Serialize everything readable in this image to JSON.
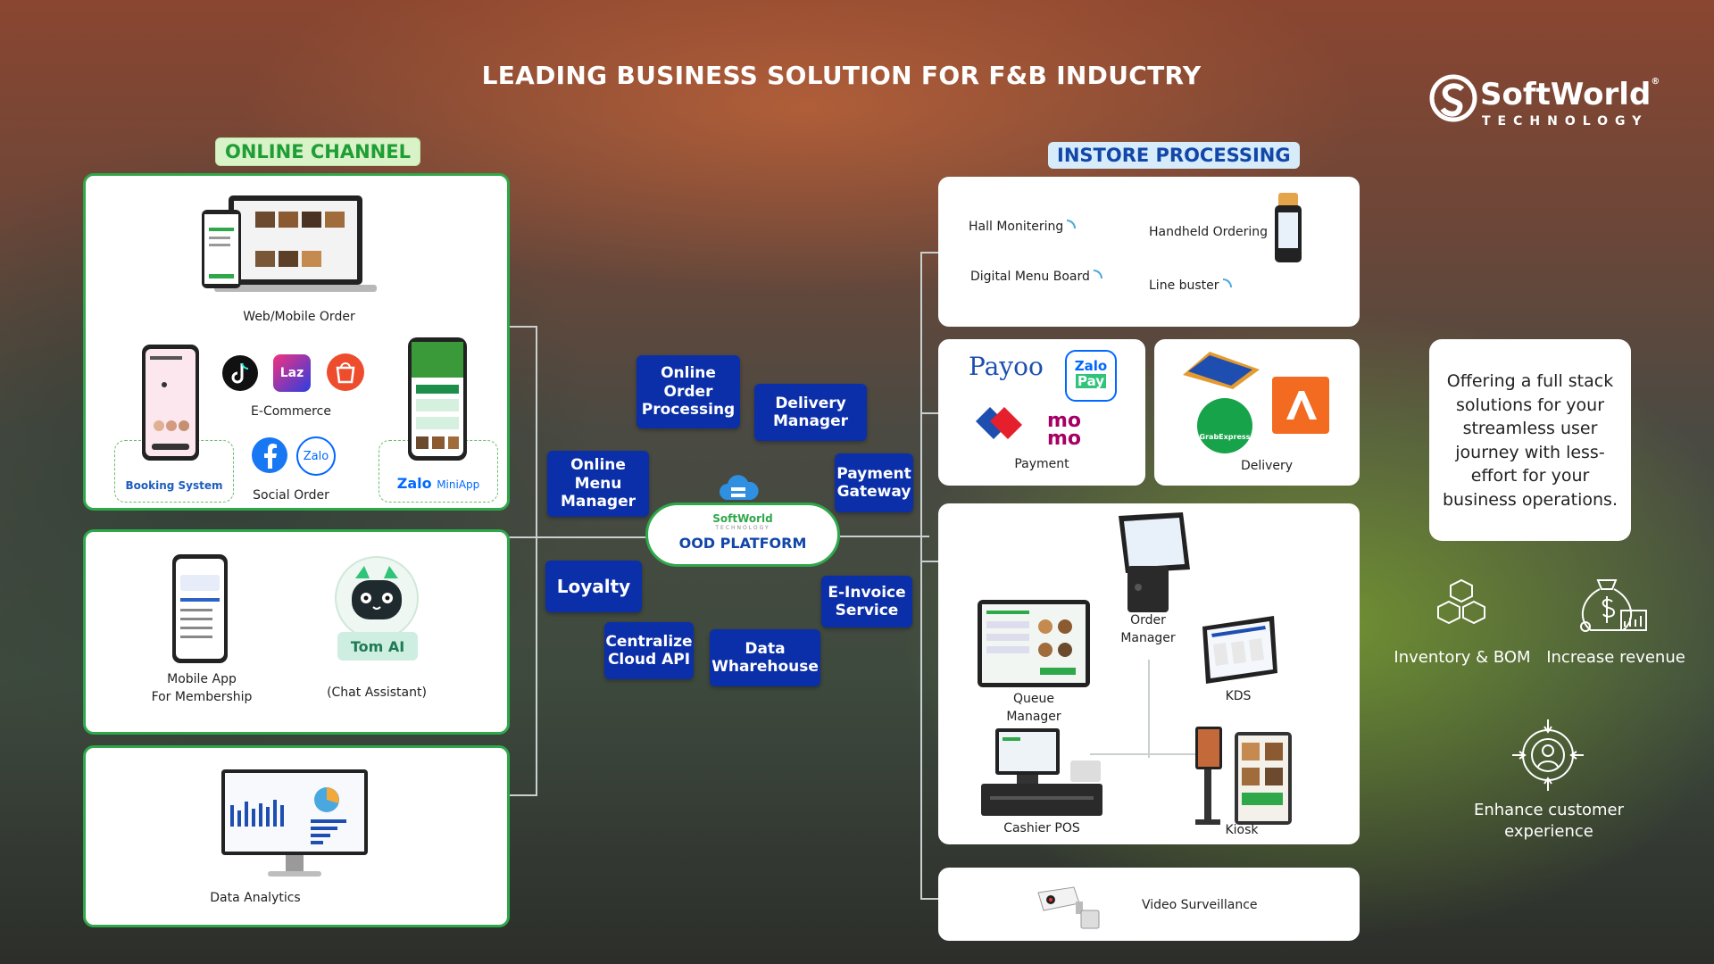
{
  "title": "LEADING BUSINESS SOLUTION FOR F&B INDUCTRY",
  "logo": {
    "brand": "SoftWorld",
    "sub": "TECHNOLOGY",
    "reg": "®"
  },
  "online_channel": {
    "heading": "ONLINE CHANNEL",
    "web_mobile_order": "Web/Mobile Order",
    "e_commerce": "E-Commerce",
    "booking_system": "Booking System",
    "social_order": "Social Order",
    "zalo_miniapp": "Zalo",
    "zalo_miniapp_suffix": "MiniApp",
    "zalo_social": "Zalo",
    "lazada_logo": "Laz",
    "mobile_app": "Mobile App",
    "for_membership": "For Membership",
    "tom_ai": "Tom AI",
    "chat_assistant": "(Chat Assistant)",
    "data_analytics": "Data Analytics"
  },
  "platform": {
    "brand": "SoftWorld",
    "brand_sub": "TECHNOLOGY",
    "name": "OOD PLATFORM",
    "modules": {
      "online_order_processing": "Online Order Processing",
      "delivery_manager": "Delivery Manager",
      "online_menu_manager": "Online Menu Manager",
      "payment_gateway": "Payment Gateway",
      "loyalty": "Loyalty",
      "e_invoice_service": "E-Invoice Service",
      "centralize_cloud_api": "Centralize Cloud API",
      "data_wharehouse": "Data Wharehouse"
    }
  },
  "instore": {
    "heading": "INSTORE PROCESSING",
    "hall_monitoring": "Hall Monitering",
    "handheld_ordering": "Handheld Ordering",
    "digital_menu_board": "Digital Menu Board",
    "line_buster": "Line buster",
    "payment": "Payment",
    "payment_logos": {
      "payoo": "Payoo",
      "zalopay_1": "Zalo",
      "zalopay_2": "Pay",
      "momo_1": "mo",
      "momo_2": "mo"
    },
    "delivery": "Delivery",
    "grab_express": "GrabExpress",
    "order_manager_1": "Order",
    "order_manager_2": "Manager",
    "queue_manager_1": "Queue",
    "queue_manager_2": "Manager",
    "kds": "KDS",
    "cashier_pos": "Cashier POS",
    "kiosk": "Kiosk",
    "video_surveillance": "Video Surveillance"
  },
  "benefits": {
    "offer_text": "Offering a full stack solutions for your streamless user journey with less-effort for your business operations.",
    "inventory_bom": "Inventory & BOM",
    "increase_revenue": "Increase revenue",
    "enhance_1": "Enhance customer",
    "enhance_2": "experience"
  },
  "colors": {
    "accent_green": "#2fa84a",
    "module_blue": "#0b2fa8",
    "heading_blue": "#1246a8"
  },
  "icons": [
    "laptop-phone-icon",
    "tiktok-icon",
    "lazada-icon",
    "shopee-icon",
    "facebook-icon",
    "zalo-icon",
    "cloud-icon",
    "cube-stack-icon",
    "money-bag-icon",
    "target-user-icon",
    "camera-icon"
  ]
}
